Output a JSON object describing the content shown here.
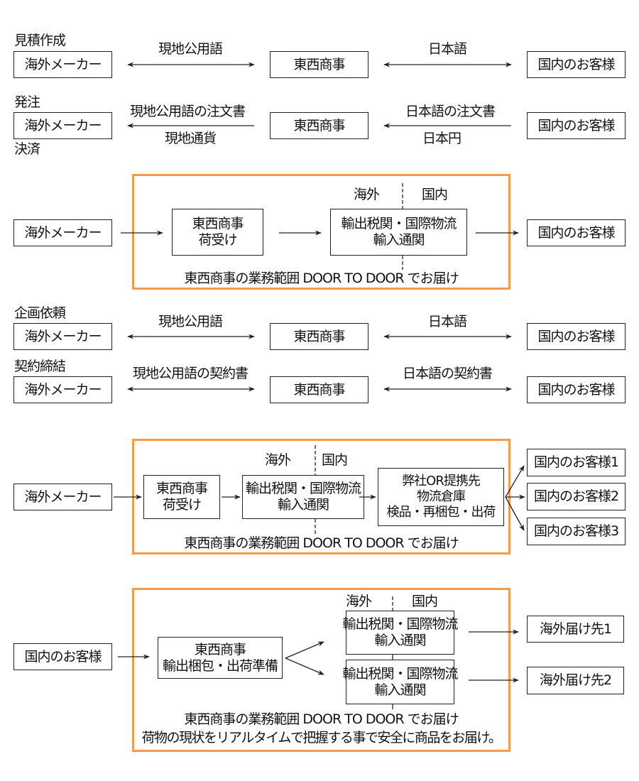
{
  "colors": {
    "scope_border": "#F7994A",
    "line": "#222222"
  },
  "entities": {
    "overseas_maker": "海外メーカー",
    "company": "東西商事",
    "domestic_customer": "国内のお客様"
  },
  "section1": {
    "row1": {
      "title": "見積作成",
      "left_arrow_label": "現地公用語",
      "right_arrow_label": "日本語"
    },
    "row2": {
      "title_top": "発注",
      "title_bottom": "決済",
      "left_arrow_label_top": "現地公用語の注文書",
      "left_arrow_label_bottom": "現地通貨",
      "right_arrow_label_top": "日本語の注文書",
      "right_arrow_label_bottom": "日本円"
    }
  },
  "section2": {
    "receiving_line1": "東西商事",
    "receiving_line2": "荷受け",
    "overseas_label": "海外",
    "domestic_label": "国内",
    "customs_line1": "輸出税関・国際物流",
    "customs_line2": "輸入通関",
    "scope_caption": "東西商事の業務範囲 DOOR TO DOOR でお届け"
  },
  "section3": {
    "row1": {
      "title": "企画依頼",
      "left_arrow_label": "現地公用語",
      "right_arrow_label": "日本語"
    },
    "row2": {
      "title": "契約締結",
      "left_arrow_label": "現地公用語の契約書",
      "right_arrow_label": "日本語の契約書"
    }
  },
  "section4": {
    "receiving_line1": "東西商事",
    "receiving_line2": "荷受け",
    "overseas_label": "海外",
    "domestic_label": "国内",
    "customs_line1": "輸出税関・国際物流",
    "customs_line2": "輸入通関",
    "warehouse_line1": "弊社OR提携先",
    "warehouse_line2": "物流倉庫",
    "warehouse_line3": "検品・再梱包・出荷",
    "customers": [
      "国内のお客様1",
      "国内のお客様2",
      "国内のお客様3"
    ],
    "scope_caption": "東西商事の業務範囲 DOOR TO DOOR でお届け"
  },
  "section5": {
    "prep_line1": "東西商事",
    "prep_line2": "輸出梱包・出荷準備",
    "overseas_label": "海外",
    "domestic_label": "国内",
    "customs_line1": "輸出税関・国際物流",
    "customs_line2": "輸入通関",
    "destinations": [
      "海外届け先1",
      "海外届け先2"
    ],
    "scope_caption": "東西商事の業務範囲 DOOR TO DOOR でお届け",
    "scope_note": "荷物の現状をリアルタイムで把握する事で安全に商品をお届け。"
  }
}
